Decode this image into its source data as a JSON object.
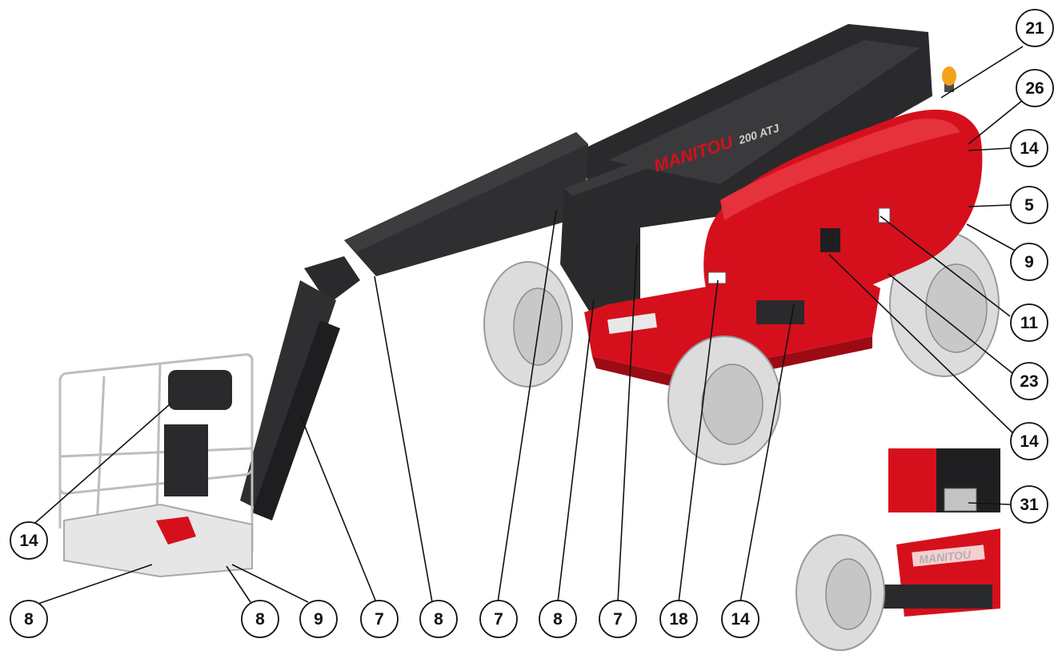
{
  "machine": {
    "brand_text": "MANITOU",
    "model_text": "200 ATJ",
    "colors": {
      "body_red": "#d5101c",
      "boom_dark": "#2a2a2c",
      "tyre_grey": "#dcdcdc",
      "basket_grey": "#e6e6e6",
      "beacon": "#f3a21a"
    }
  },
  "callouts": {
    "c21": "21",
    "c26": "26",
    "c14a": "14",
    "c5": "5",
    "c9a": "9",
    "c11": "11",
    "c23": "23",
    "c14b": "14",
    "c31": "31",
    "c14c": "14",
    "c8a": "8",
    "c8b": "8",
    "c9b": "9",
    "c7a": "7",
    "c8c": "8",
    "c7b": "7",
    "c8d": "8",
    "c7c": "7",
    "c18": "18",
    "c14d": "14"
  },
  "inset": {
    "brand_text": "MANITOU"
  }
}
